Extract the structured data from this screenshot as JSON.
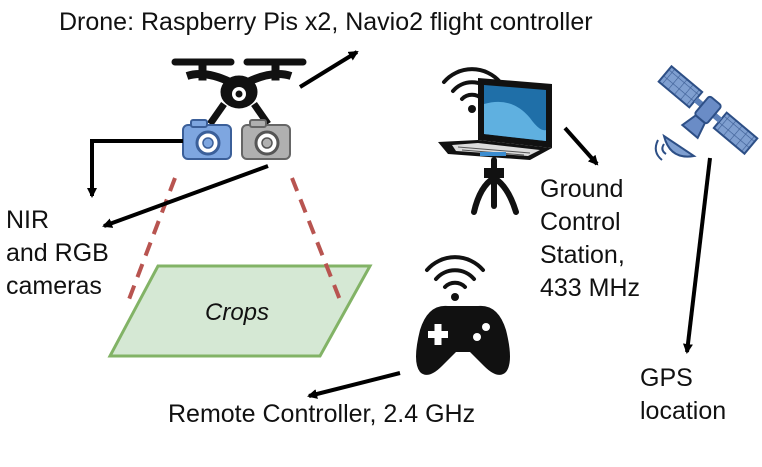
{
  "title": "Drone: Raspberry Pis x2, Navio2 flight controller",
  "cameras_label": [
    "NIR",
    "and RGB",
    "cameras"
  ],
  "crops_label": "Crops",
  "ground_station_label": [
    "Ground",
    "Control",
    "Station,",
    "433 MHz"
  ],
  "gps_label": [
    "GPS",
    "location"
  ],
  "remote_label": "Remote Controller, 2.4 GHz",
  "icons": [
    "drone-icon",
    "nir-camera-icon",
    "rgb-camera-icon",
    "laptop-icon",
    "wifi-icon",
    "satellite-icon",
    "gamepad-icon"
  ],
  "colors": {
    "crops_fill": "#d5e8d4",
    "crops_stroke": "#82b366",
    "fov_dash": "#b85450",
    "laptop_screen": "#1f6fa8",
    "nir_camera": "#7ea6e0",
    "rgb_camera": "#b0b0b0",
    "satellite": "#5b7fb8"
  }
}
